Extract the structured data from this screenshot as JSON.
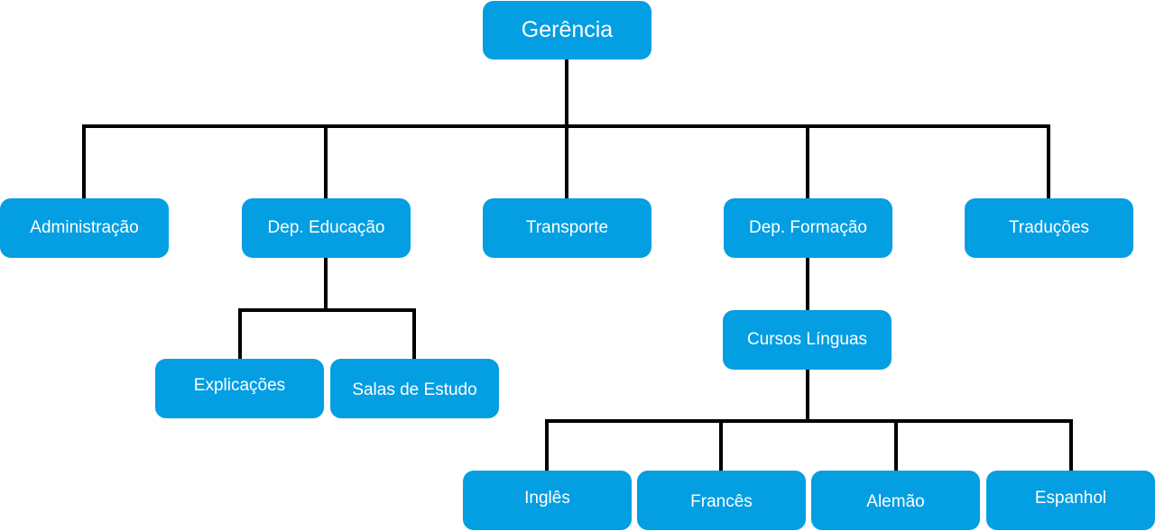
{
  "diagram": {
    "root": {
      "label": "Gerência"
    },
    "departments": {
      "administracao": "Administração",
      "dep_educacao": "Dep. Educação",
      "transporte": "Transporte",
      "dep_formacao": "Dep. Formação",
      "traducoes": "Traduções"
    },
    "educacao_children": {
      "explicacoes": "Explicações",
      "salas_de_estudo": "Salas de Estudo"
    },
    "formacao_children": {
      "cursos_linguas": "Cursos Línguas"
    },
    "linguas": {
      "ingles": "Inglês",
      "frances": "Francês",
      "alemao": "Alemão",
      "espanhol": "Espanhol"
    },
    "colors": {
      "node_fill": "#049ee2",
      "node_text": "#ffffff",
      "connector": "#000000"
    }
  }
}
